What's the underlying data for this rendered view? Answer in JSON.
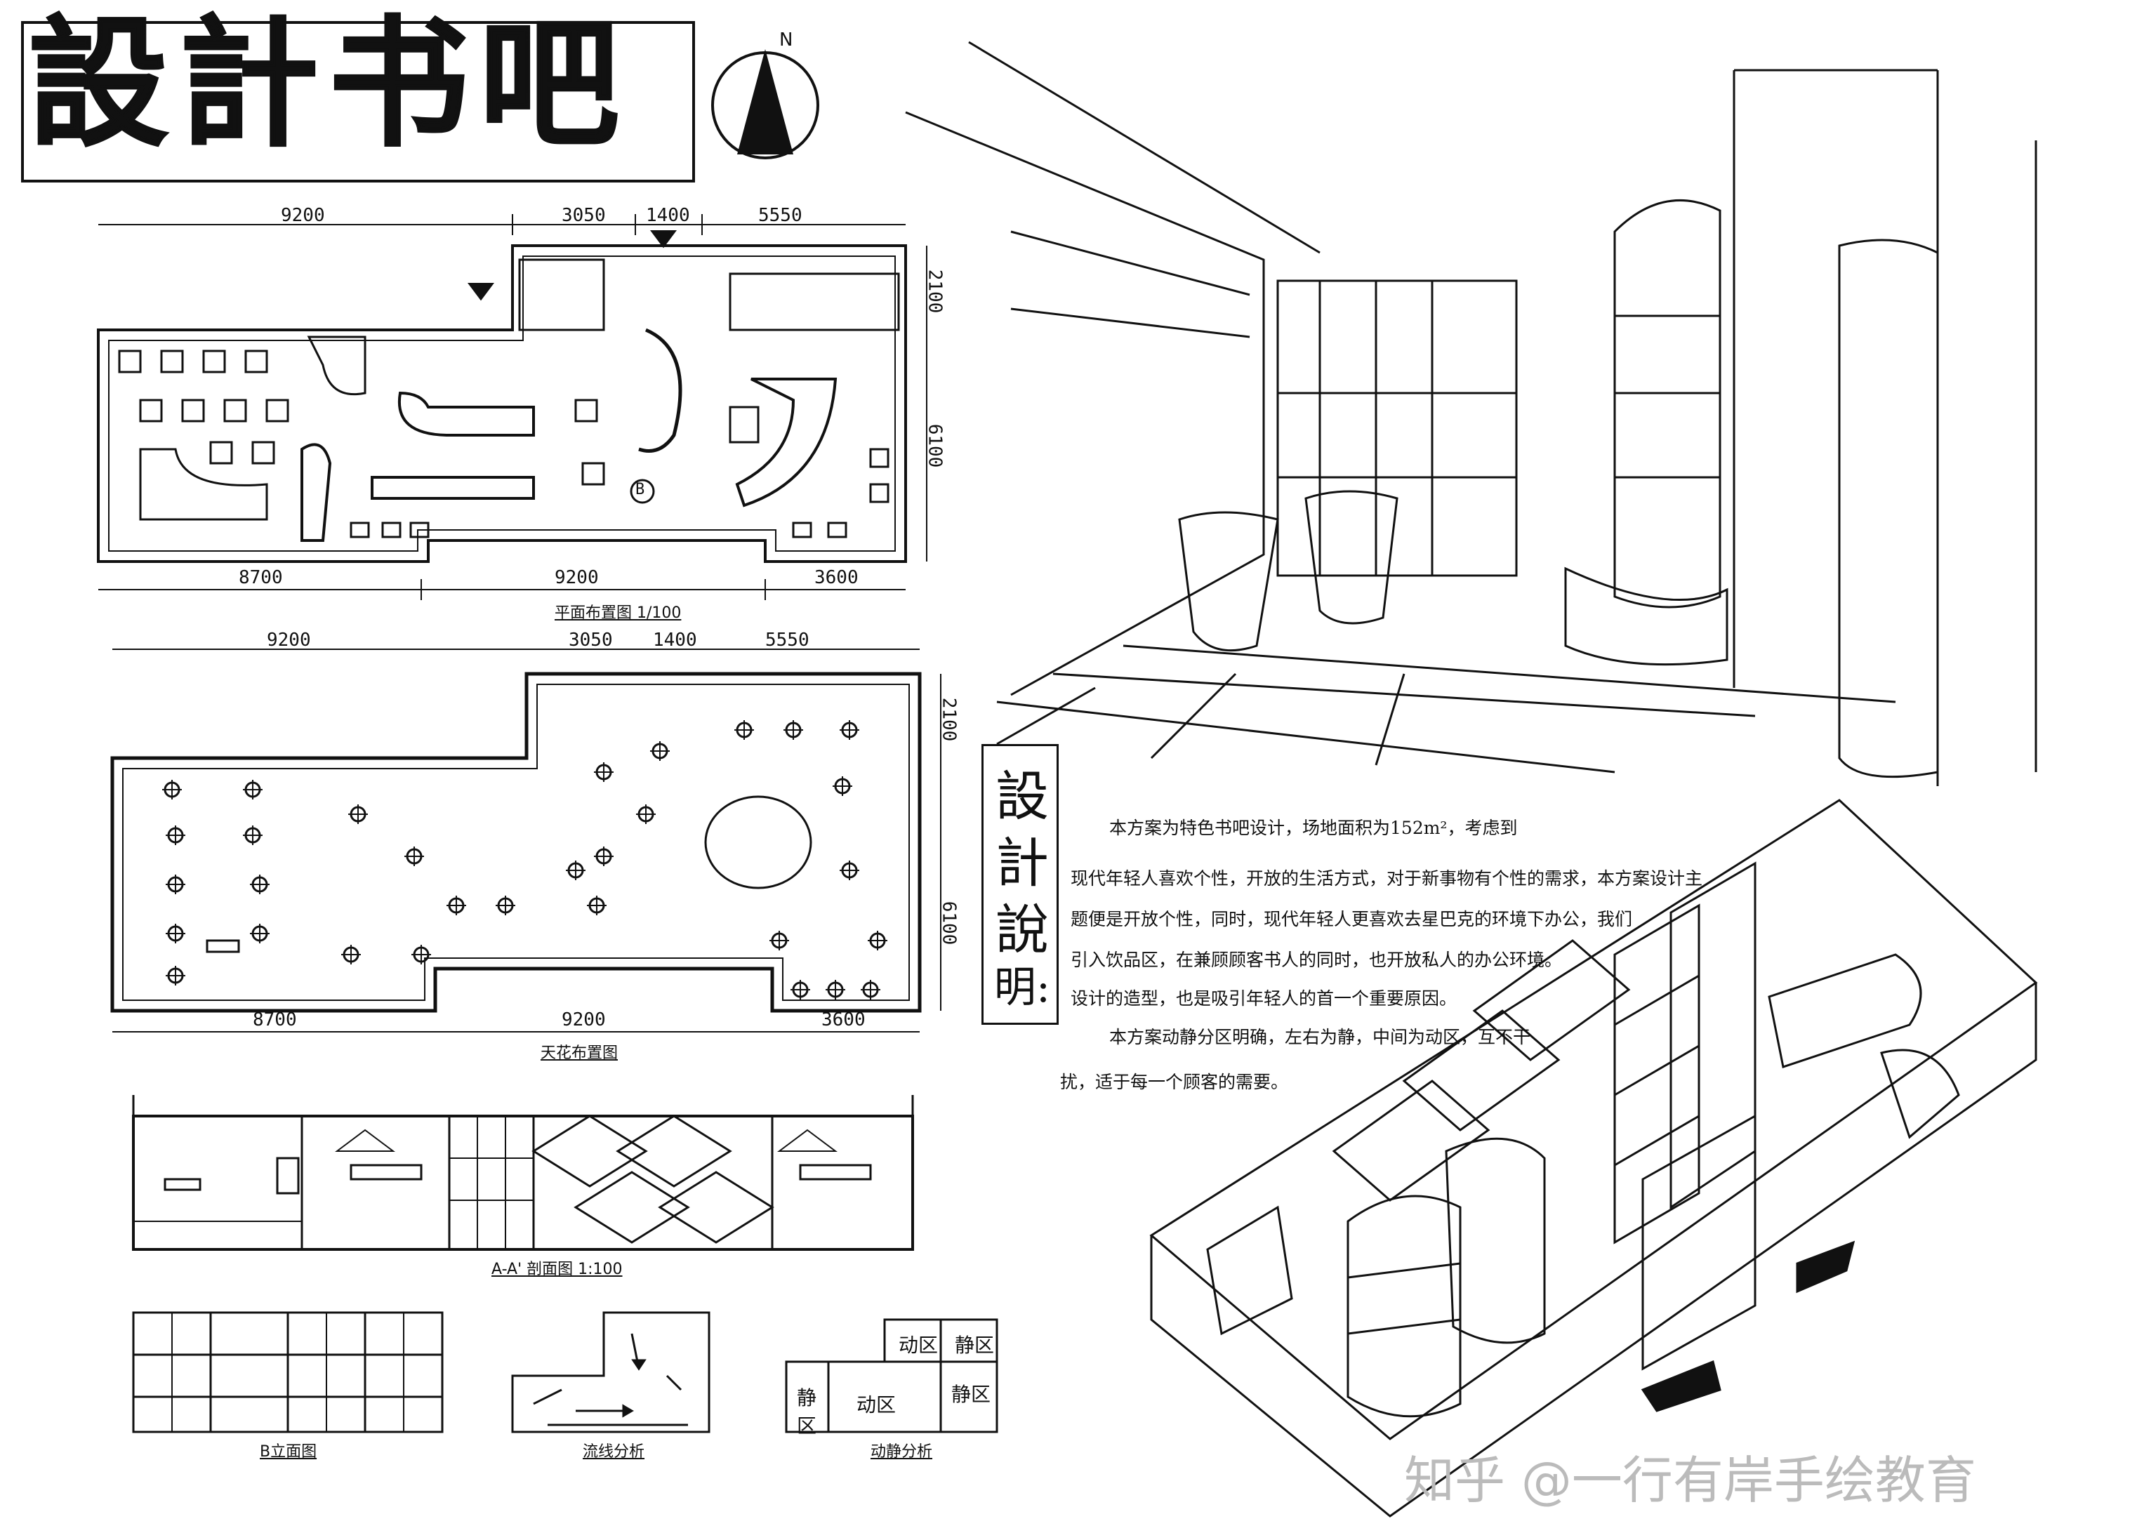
{
  "title": "設計书吧",
  "compass_label": "N",
  "floor_plan": {
    "caption": "平面布置图 1/100",
    "top_dims": [
      "9200",
      "3050",
      "1400",
      "5550"
    ],
    "bottom_dims": [
      "8700",
      "9200",
      "3600"
    ],
    "right_dims": [
      "2100",
      "6100"
    ],
    "marker": "B"
  },
  "ceiling_plan": {
    "caption": "天花布置图",
    "top_dims": [
      "9200",
      "3050",
      "1400",
      "5550"
    ],
    "bottom_dims": [
      "8700",
      "9200",
      "3600"
    ],
    "right_dims": [
      "2100",
      "6100"
    ]
  },
  "section_aa": {
    "caption": "A-A' 剖面图 1:100"
  },
  "elevation_b": {
    "caption": "B立面图"
  },
  "circulation": {
    "caption": "流线分析"
  },
  "zoning": {
    "caption": "动静分析",
    "labels": [
      "动区",
      "静区",
      "静区",
      "动区",
      "静区"
    ]
  },
  "description": {
    "heading": [
      "設",
      "計",
      "說",
      "明:"
    ],
    "lines": [
      "本方案为特色书吧设计，场地面积为152m²，考虑到",
      "现代年轻人喜欢个性，开放的生活方式，对于新事物有个性的需求，本方案设计主",
      "题便是开放个性，同时，现代年轻人更喜欢去星巴克的环境下办公，我们",
      "引入饮品区，在兼顾顾客书人的同时，也开放私人的办公环境。",
      "设计的造型，也是吸引年轻人的首一个重要原因。",
      "本方案动静分区明确，左右为静，中间为动区，互不干",
      "扰，适于每一个顾客的需要。"
    ]
  },
  "watermark": "知乎 @一行有岸手绘教育"
}
